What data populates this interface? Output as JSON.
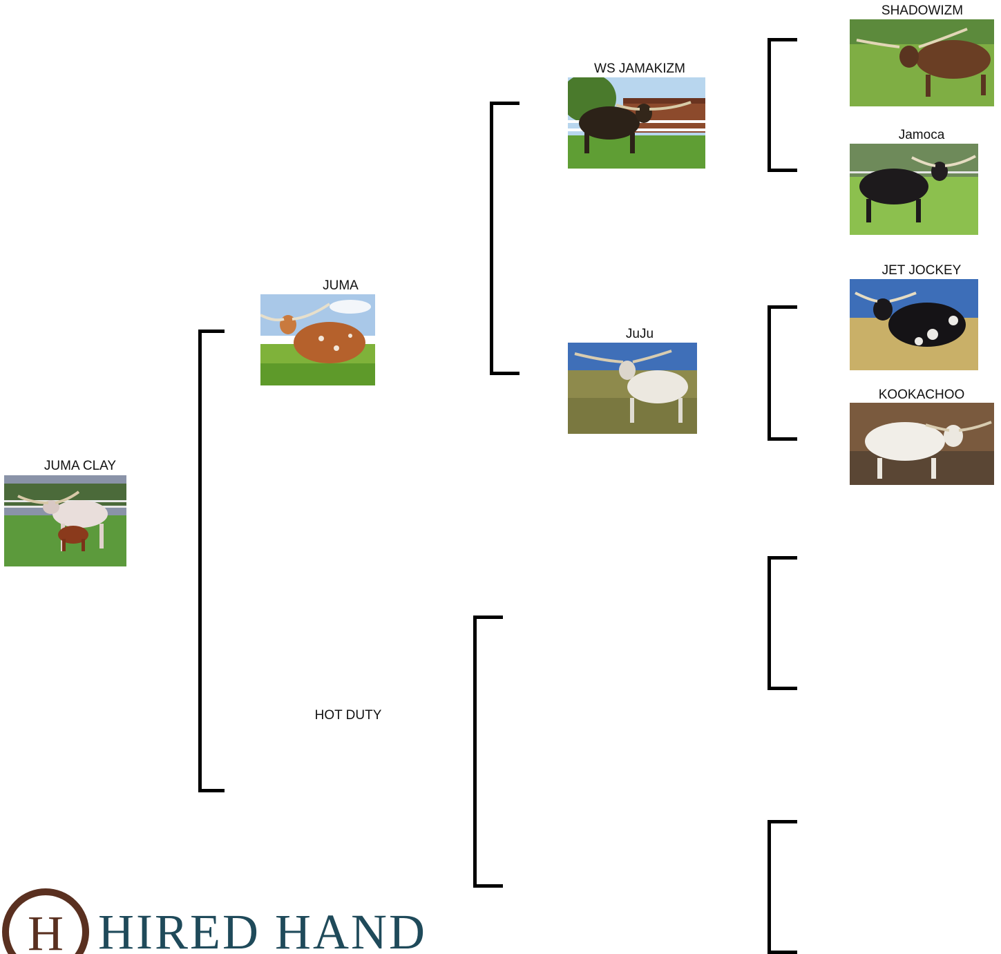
{
  "pedigree": {
    "subject": {
      "name": "JUMA CLAY",
      "photo_icon": "cow-with-calf-photo"
    },
    "sire": {
      "name": "JUMA",
      "photo_icon": "speckled-longhorn-bull-photo"
    },
    "dam": {
      "name": "HOT DUTY"
    },
    "sire_sire": {
      "name": "WS JAMAKIZM",
      "photo_icon": "brindle-longhorn-bull-photo"
    },
    "sire_dam": {
      "name": "JuJu",
      "photo_icon": "white-longhorn-cow-photo"
    },
    "sss": {
      "name": "SHADOWIZM",
      "photo_icon": "brown-longhorn-bull-photo"
    },
    "ssd": {
      "name": "Jamoca",
      "photo_icon": "black-longhorn-cow-photo"
    },
    "sds": {
      "name": "JET JOCKEY",
      "photo_icon": "black-white-longhorn-bull-photo"
    },
    "sdd": {
      "name": "KOOKACHOO",
      "photo_icon": "white-longhorn-cow-photo"
    }
  },
  "logo": {
    "text": "HIRED HAND",
    "color": "#1f4a5a",
    "emblem_color": "#5a3020"
  },
  "colors": {
    "bracket": "#000000",
    "text": "#111111",
    "background": "#ffffff"
  }
}
